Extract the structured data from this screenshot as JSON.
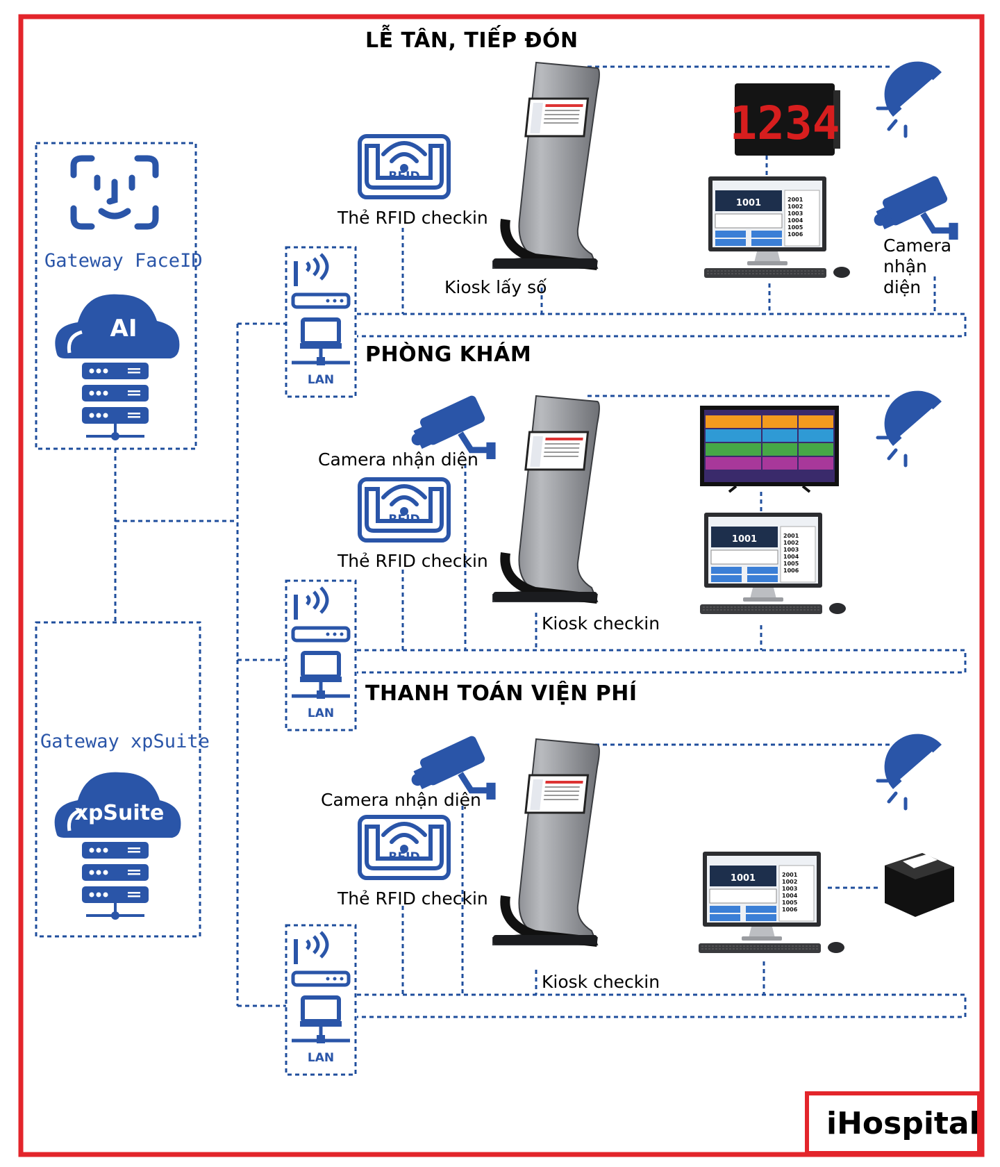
{
  "sections": {
    "reception": "LỄ TÂN, TIẾP ĐÓN",
    "clinic": "PHÒNG KHÁM",
    "payment": "THANH TOÁN VIỆN PHÍ"
  },
  "gateways": {
    "faceid": "Gateway FaceID",
    "ai": "AI",
    "xpsuite_gateway": "Gateway xpSuite",
    "xpsuite": "xpSuite"
  },
  "labels": {
    "rfid_icon": "RFID",
    "rfid_checkin": "Thẻ RFID checkin",
    "kiosk_number": "Kiosk lấy số",
    "kiosk_checkin": "Kiosk checkin",
    "camera_line1": "Camera",
    "camera_line2": "nhận",
    "camera_line3": "diện",
    "camera_recognition": "Camera nhận diện",
    "lan": "LAN",
    "led_digits": "1234"
  },
  "brand": "iHospital",
  "colors": {
    "frame": "#e3252b",
    "network": "#1f4e9c",
    "icon": "#2a55a8"
  }
}
